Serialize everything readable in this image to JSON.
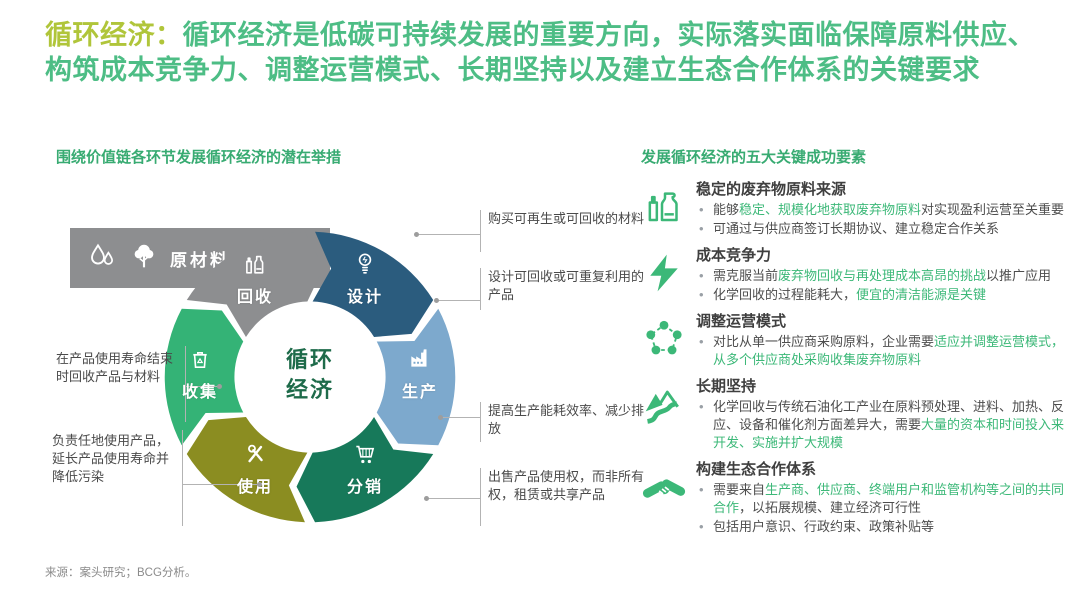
{
  "title": {
    "prefix": "循环经济：",
    "rest": "循环经济是低碳可持续发展的重要方向，实际落实面临保障原料供应、构筑成本竞争力、调整运营模式、长期坚持以及建立生态合作体系的关键要求"
  },
  "left_section": {
    "header": "围绕价值链各环节发展循环经济的潜在举措",
    "materials_label": "原材料",
    "center_line1": "循环",
    "center_line2": "经济",
    "segments": [
      {
        "label": "回收",
        "icon": "bottles-icon",
        "color": "#8d8e90"
      },
      {
        "label": "设计",
        "icon": "lightbulb-icon",
        "color": "#2b5c7e"
      },
      {
        "label": "生产",
        "icon": "factory-icon",
        "color": "#7da9cd"
      },
      {
        "label": "分销",
        "icon": "cart-icon",
        "color": "#17795a"
      },
      {
        "label": "使用",
        "icon": "tools-icon",
        "color": "#8b8d21"
      },
      {
        "label": "收集",
        "icon": "trash-bin-icon",
        "color": "#34b376"
      }
    ],
    "annotations_left": [
      {
        "text": "在产品使用寿命结束时回收产品与材料"
      },
      {
        "text": "负责任地使用产品，延长产品使用寿命并降低污染"
      }
    ],
    "annotations_right": [
      {
        "text": "购买可再生或可回收的材料"
      },
      {
        "text": "设计可回收或可重复利用的产品"
      },
      {
        "text": "提高生产能耗效率、减少排放"
      },
      {
        "text": "出售产品使用权，而非所有权，租赁或共享产品"
      }
    ]
  },
  "right_section": {
    "header": "发展循环经济的五大关键成功要素",
    "accent_color": "#3cb878",
    "factors": [
      {
        "title": "稳定的废弃物原料来源",
        "icon": "bottles-icon",
        "bullets": [
          {
            "runs": [
              {
                "t": "能够",
                "hl": false
              },
              {
                "t": "稳定、规模化地获取废弃物原料",
                "hl": true
              },
              {
                "t": "对实现盈利运营至关重要",
                "hl": false
              }
            ]
          },
          {
            "runs": [
              {
                "t": "可通过与供应商签订长期协议、建立稳定合作关系",
                "hl": false
              }
            ]
          }
        ]
      },
      {
        "title": "成本竞争力",
        "icon": "lightning-icon",
        "bullets": [
          {
            "runs": [
              {
                "t": "需克服当前",
                "hl": false
              },
              {
                "t": "废弃物回收与再处理成本高昂的挑战",
                "hl": true
              },
              {
                "t": "以推广应用",
                "hl": false
              }
            ]
          },
          {
            "runs": [
              {
                "t": "化学回收的过程能耗大，",
                "hl": false
              },
              {
                "t": "便宜的清洁能源是关键",
                "hl": true
              }
            ]
          }
        ]
      },
      {
        "title": "调整运营模式",
        "icon": "network-icon",
        "bullets": [
          {
            "runs": [
              {
                "t": "对比从单一供应商采购原料，企业需要",
                "hl": false
              },
              {
                "t": "适应并调整运营模式，从多个供应商处采购收集废弃物原料",
                "hl": true
              }
            ]
          }
        ]
      },
      {
        "title": "长期坚持",
        "icon": "mountains-road-icon",
        "bullets": [
          {
            "runs": [
              {
                "t": "化学回收与传统石油化工产业在原料预处理、进料、加热、反应、设备和催化剂方面差异大，需要",
                "hl": false
              },
              {
                "t": "大量的资本和时间投入来开发、实施并扩大规模",
                "hl": true
              }
            ]
          }
        ]
      },
      {
        "title": "构建生态合作体系",
        "icon": "handshake-icon",
        "bullets": [
          {
            "runs": [
              {
                "t": "需要来自",
                "hl": false
              },
              {
                "t": "生产商、供应商、终端用户和监管机构等之间的共同合作",
                "hl": true
              },
              {
                "t": "，以拓展规模、建立经济可行性",
                "hl": false
              }
            ]
          },
          {
            "runs": [
              {
                "t": "包括用户意识、行政约束、政策补贴等",
                "hl": false
              }
            ]
          }
        ]
      }
    ]
  },
  "source": "来源：案头研究；BCG分析。"
}
